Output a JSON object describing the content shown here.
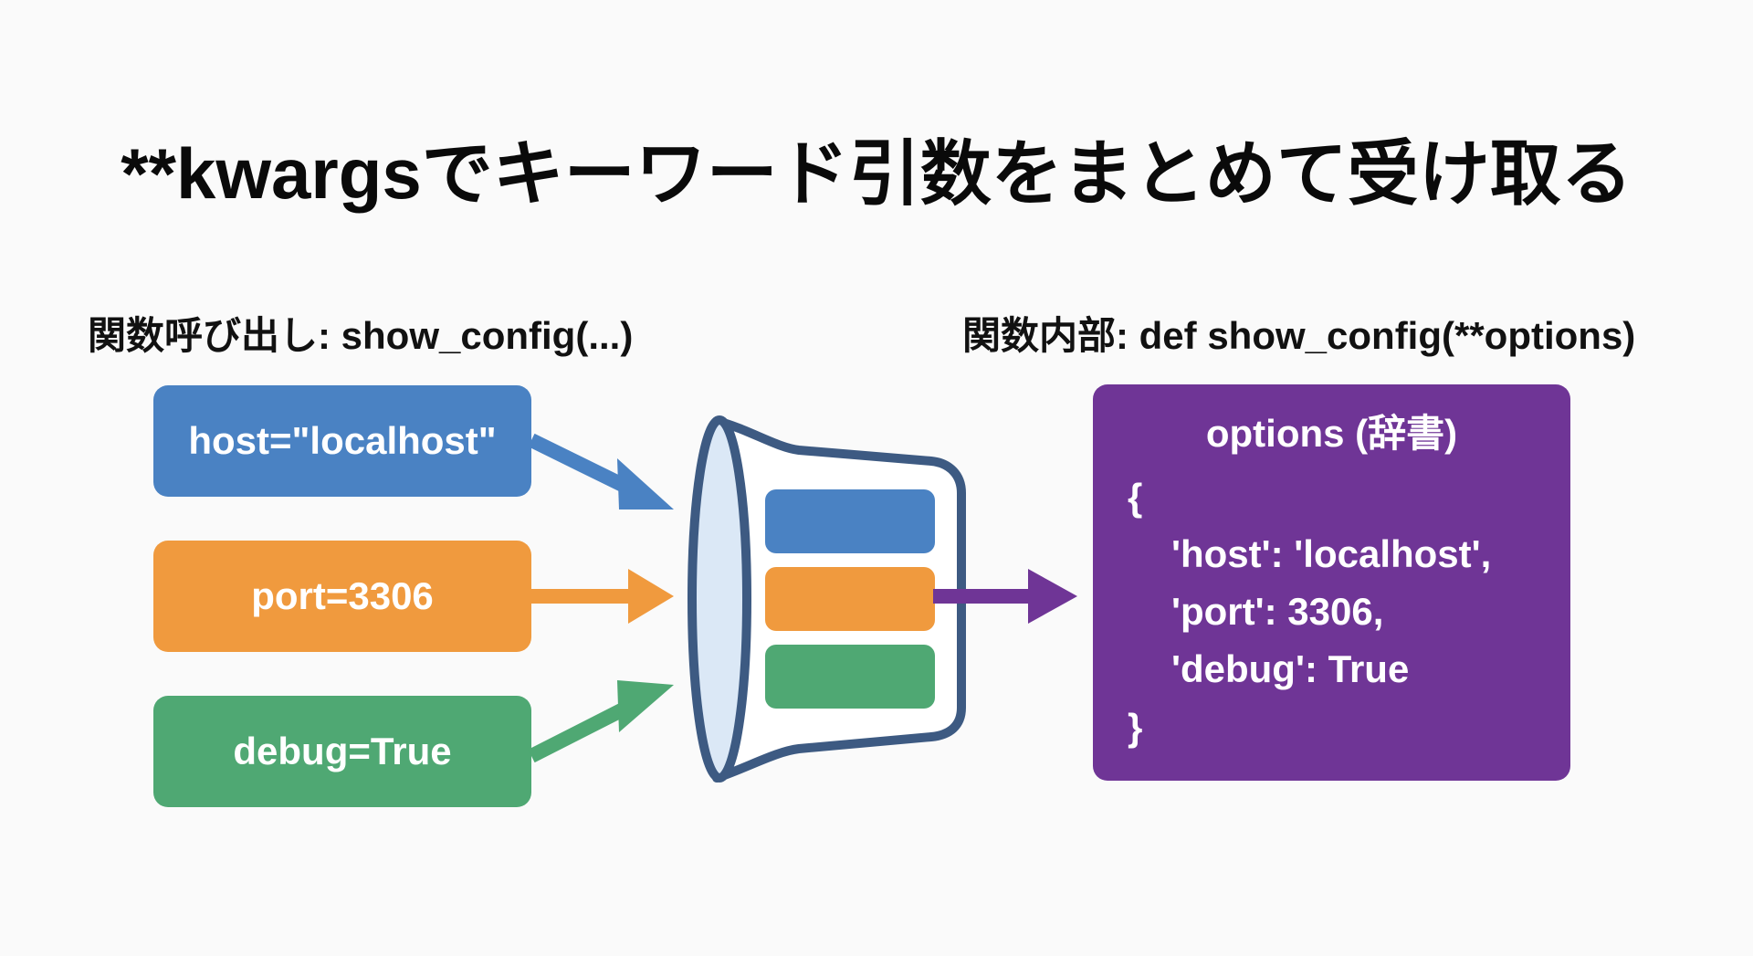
{
  "title": "**kwargsでキーワード引数をまとめて受け取る",
  "left_section": {
    "subtitle": "関数呼び出し: show_config(...)",
    "arguments": [
      {
        "label": "host=\"localhost\"",
        "color": "#4a82c3"
      },
      {
        "label": "port=3306",
        "color": "#f09a3e"
      },
      {
        "label": "debug=True",
        "color": "#4fa873"
      }
    ]
  },
  "funnel": {
    "icon": "funnel-icon",
    "outline_color": "#3d5a82",
    "mouth_fill": "#dbe8f6",
    "slots": [
      {
        "color": "#4a82c3"
      },
      {
        "color": "#f09a3e"
      },
      {
        "color": "#4fa873"
      }
    ],
    "output_arrow_color": "#6f3596"
  },
  "right_section": {
    "subtitle": "関数内部: def show_config(**options)",
    "dict_box": {
      "title": "options (辞書)",
      "color": "#6f3596",
      "lines": [
        "{",
        "'host': 'localhost',",
        "'port': 3306,",
        "'debug': True",
        "}"
      ]
    }
  }
}
